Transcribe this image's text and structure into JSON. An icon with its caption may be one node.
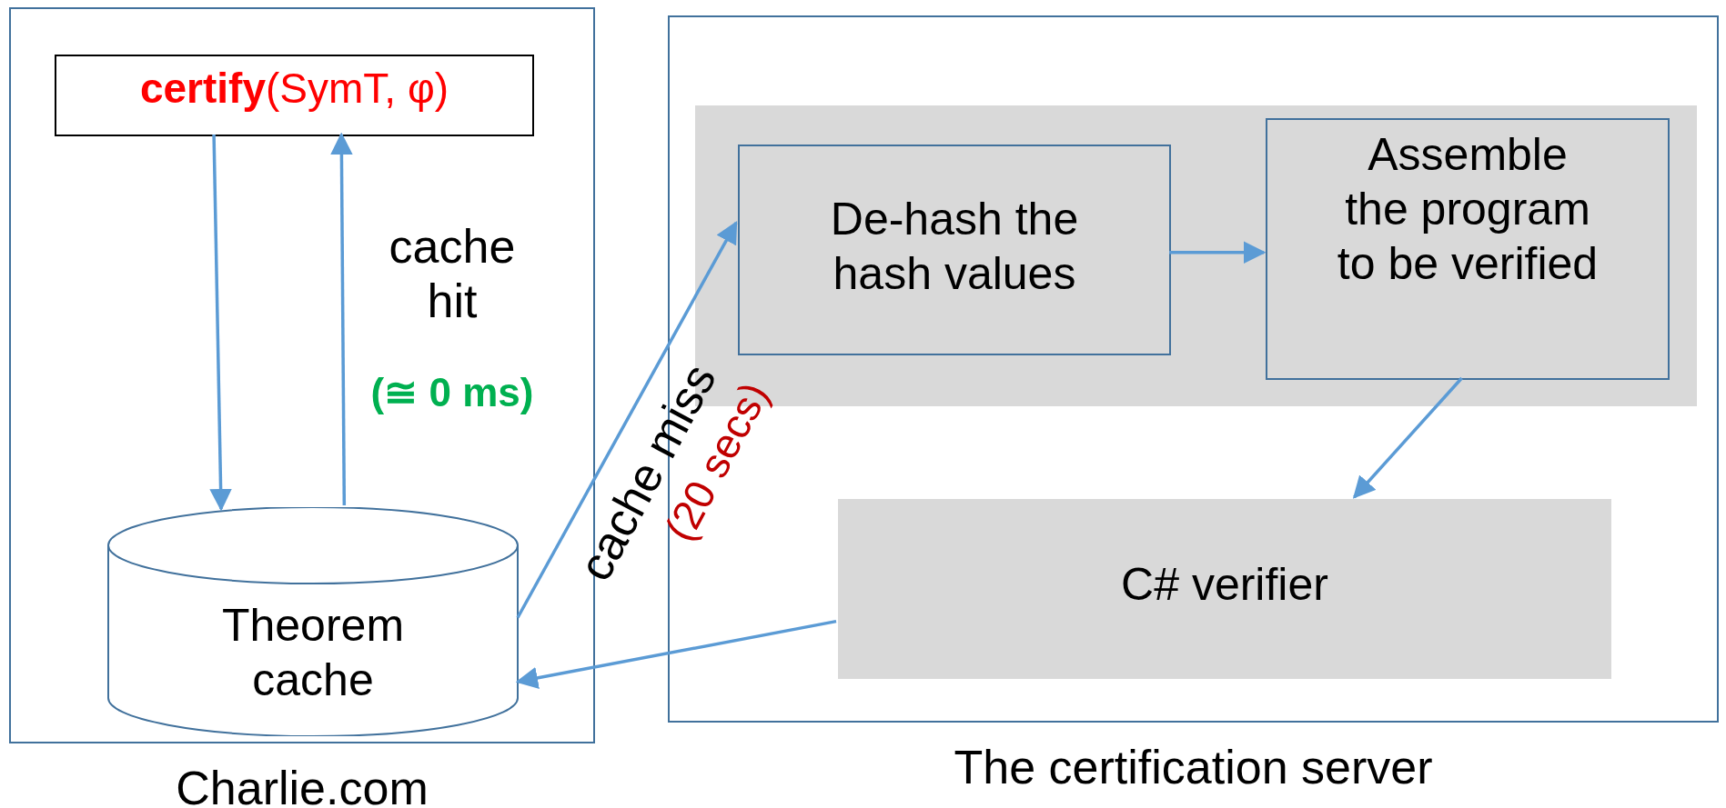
{
  "diagram": {
    "nodes": [
      {
        "text": [],
        "shape": "box",
        "beside": [
          "Charlie.com"
        ]
      },
      {
        "text": [
          "**certify**(SymT, φ)"
        ],
        "in": 0
      },
      {
        "text": [
          "Theorem cache"
        ],
        "in": 0
      },
      {
        "text": [],
        "shape": "box",
        "beside": [
          "The certification server"
        ]
      },
      {
        "text": [],
        "shape": "box",
        "in": 3
      },
      {
        "text": [
          "De-hash the hash values"
        ],
        "in": 4
      },
      {
        "text": [
          "Assemble the program to be verified"
        ],
        "in": 4
      },
      {
        "text": [
          "C# verifier"
        ],
        "in": 3
      }
    ],
    "edges": [
      {
        "from": 1,
        "to": 2,
        "arrow": "to"
      },
      {
        "from": 2,
        "to": 1,
        "arrow": "to",
        "label": "cache hit"
      },
      {
        "from": 2,
        "to": 5,
        "arrow": "to",
        "label": "cache miss"
      },
      {
        "from": 5,
        "to": 6,
        "arrow": "to"
      },
      {
        "from": 6,
        "to": 7,
        "arrow": "to"
      },
      {
        "from": 7,
        "to": 2,
        "arrow": "to"
      }
    ],
    "labels": [
      "(≅ 0 ms)",
      "(20 secs)"
    ]
  }
}
